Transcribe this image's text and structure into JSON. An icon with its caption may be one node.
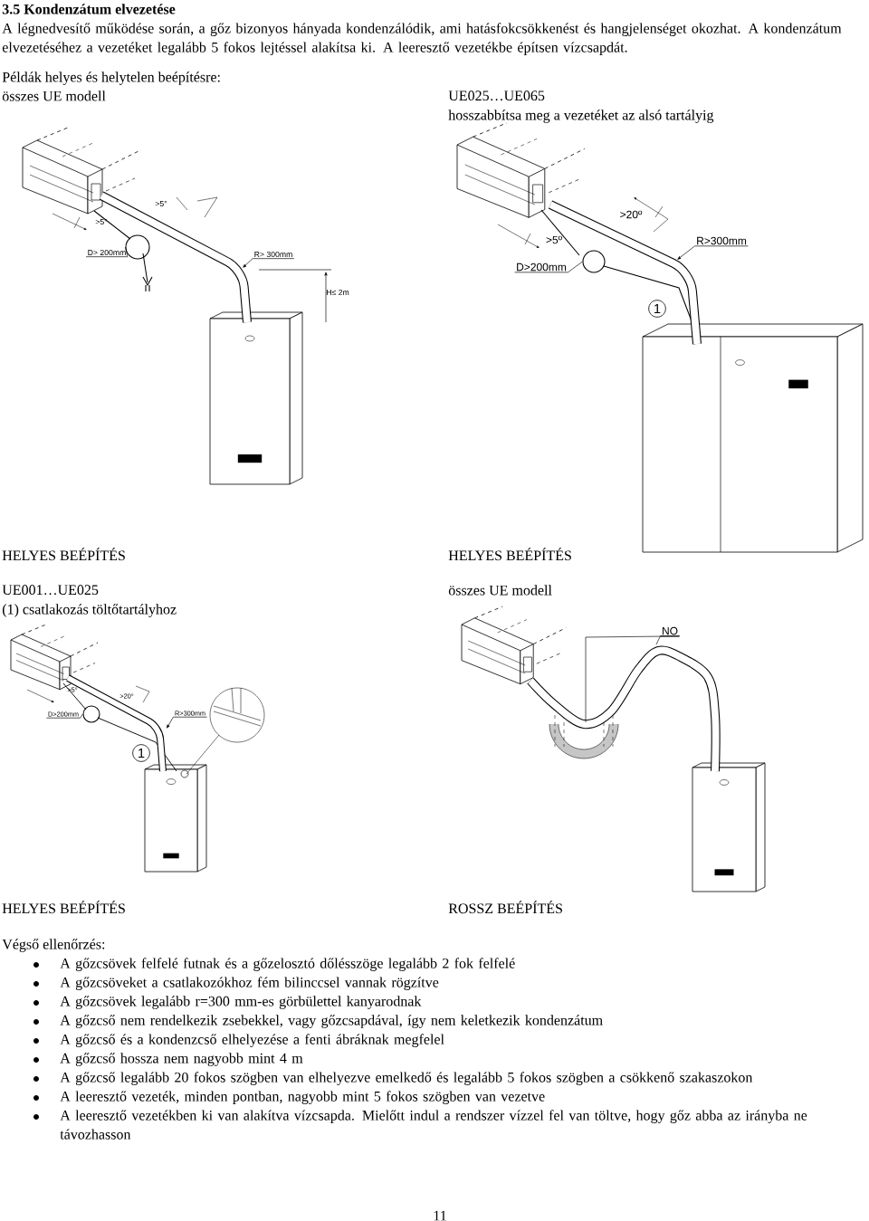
{
  "diagram": {
    "title": "3.5 Kondenzátum elvezetése",
    "nodes": [
      {
        "text": [
          "D> 200mm"
        ]
      },
      {
        "text": [
          "R> 300mm"
        ]
      },
      {
        "text": [
          "D>200mm"
        ]
      },
      {
        "text": [
          "R>300mm"
        ]
      },
      {
        "text": [
          "D>200mm"
        ]
      },
      {
        "text": [
          "R>300mm"
        ]
      },
      {
        "text": [
          "NO"
        ]
      },
      {
        "text": [],
        "shape": "circle"
      },
      {
        "text": [],
        "shape": "circle"
      },
      {
        "text": [],
        "shape": "circle"
      },
      {
        "text": [
          "1"
        ]
      },
      {
        "text": [
          "1"
        ]
      }
    ],
    "edges": [
      {
        "from": 0,
        "to": 7,
        "arrow": "none"
      },
      {
        "from": 1,
        "to": null,
        "arrow": "to"
      },
      {
        "from": 2,
        "to": 8,
        "arrow": "none"
      },
      {
        "from": 3,
        "to": null,
        "arrow": "to"
      },
      {
        "from": 4,
        "to": 9,
        "arrow": "none"
      },
      {
        "from": 5,
        "to": null,
        "arrow": "to"
      },
      {
        "from": 6,
        "to": null,
        "arrow": "none"
      },
      {
        "from": 6,
        "to": null,
        "arrow": "none"
      }
    ],
    "labels": [
      "A légnedvesítő működése során, a gőz bizonyos hányada kondenzálódik, ami hatásfokcsökkenést és hangjelenséget okozhat. A kondenzátum elvezetéséhez a vezetéket legalább 5 fokos lejtéssel alakítsa ki. A leeresztő vezetékbe építsen vízcsapdát.",
      "Példák helyes és helytelen beépítésre:",
      "összes UE modell",
      "UE025…UE065",
      "hosszabbítsa meg a vezetéket az alsó tartályig",
      ">5°",
      ">5°",
      "H≤ 2m",
      ">20º",
      ">5º",
      "HELYES BEÉPÍTÉS",
      "HELYES BEÉPÍTÉS",
      "UE001…UE025",
      "összes UE modell",
      "(1) csatlakozás töltőtartályhoz",
      ">5°",
      ">20°",
      "HELYES BEÉPÍTÉS",
      "ROSSZ BEÉPÍTÉS",
      "Végső ellenőrzés:",
      "A gőzcsövek felfelé futnak és a gőzelosztó dőlésszöge legalább 2 fok felfelé",
      "A gőzcsöveket a csatlakozókhoz fém bilinccsel vannak rögzítve",
      "A gőzcsövek legalább r=300 mm-es görbülettel kanyarodnak",
      "A gőzcső nem rendelkezik zsebekkel, vagy gőzcsapdával, így nem keletkezik kondenzátum",
      "A gőzcső és a kondenzcső elhelyezése a fenti ábráknak megfelel",
      "A gőzcső hossza nem nagyobb mint 4 m",
      "A gőzcső legalább 20 fokos szögben van elhelyezve emelkedő és legalább 5 fokos szögben a csökkenő szakaszokon",
      "A leeresztő vezeték, minden pontban, nagyobb mint 5 fokos szögben van vezetve",
      "A leeresztő vezetékben ki van alakítva vízcsapda. Mielőtt indul a rendszer vízzel fel van töltve, hogy gőz abba az irányba ne távozhasson",
      "11"
    ]
  }
}
